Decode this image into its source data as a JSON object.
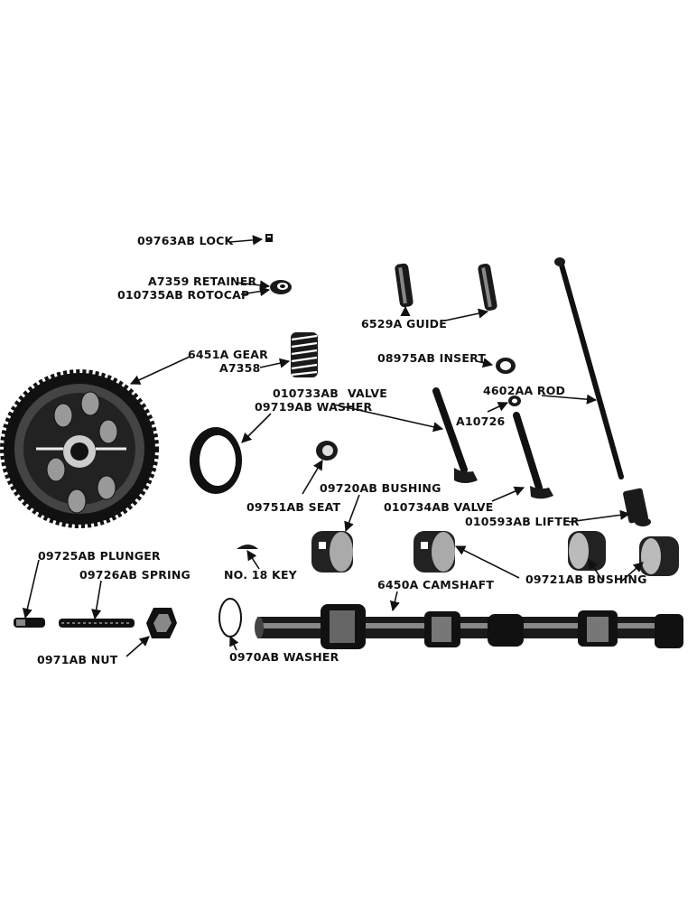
{
  "labels": {
    "lock": "09763AB LOCK",
    "retainer": "A7359 RETAINER",
    "rotocap": "010735AB ROTOCAP",
    "guide": "6529A GUIDE",
    "gear": "6451A GEAR",
    "spring_valve": "A7358",
    "insert": "08975AB INSERT",
    "rod": "4602AA ROD",
    "a10726": "A10726",
    "valve_upper_num": "010733AB",
    "valve_upper_word": "VALVE",
    "washer_upper": "09719AB WASHER",
    "seat": "09751AB SEAT",
    "bushing_upper": "09720AB BUSHING",
    "valve_lower": "010734AB VALVE",
    "lifter": "010593AB LIFTER",
    "plunger": "09725AB PLUNGER",
    "spring_plunger": "09726AB SPRING",
    "key": "NO. 18 KEY",
    "camshaft": "6450A CAMSHAFT",
    "bushing_lower": "09721AB BUSHING",
    "nut": "0971AB NUT",
    "washer_lower": "0970AB WASHER"
  }
}
